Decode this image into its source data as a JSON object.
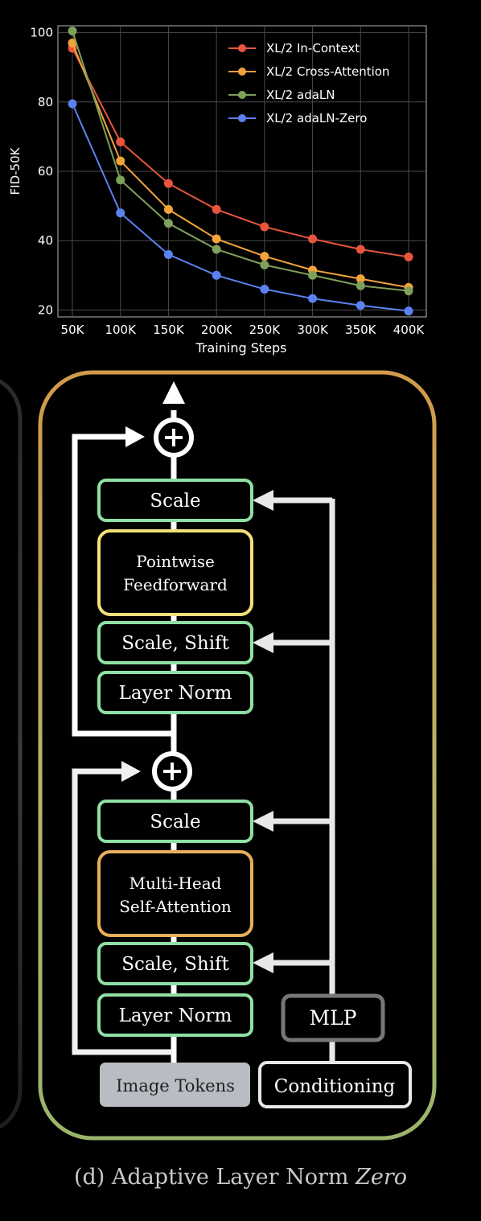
{
  "chart_data": {
    "type": "line",
    "title": "",
    "xlabel": "Training Steps",
    "ylabel": "FID-50K",
    "categories": [
      "50K",
      "100K",
      "150K",
      "200K",
      "250K",
      "300K",
      "350K",
      "400K"
    ],
    "ylim": [
      18,
      102
    ],
    "yticks": [
      20,
      40,
      60,
      80,
      100
    ],
    "grid": true,
    "legend_position": "top-right",
    "series": [
      {
        "name": "XL/2 In-Context",
        "color": "#e8553f",
        "values": [
          95.5,
          68.5,
          56.5,
          49,
          44,
          40.5,
          37.5,
          35.3
        ]
      },
      {
        "name": "XL/2 Cross-Attention",
        "color": "#f2a33a",
        "values": [
          97,
          63,
          49,
          40.5,
          35.5,
          31.5,
          29,
          26.5
        ]
      },
      {
        "name": "XL/2 adaLN",
        "color": "#7fa05a",
        "values": [
          100.5,
          57.5,
          45,
          37.5,
          33,
          30,
          27,
          25.5
        ]
      },
      {
        "name": "XL/2 adaLN-Zero",
        "color": "#5b82f0",
        "values": [
          79.5,
          48,
          36,
          30,
          26,
          23.3,
          21.3,
          19.7
        ]
      }
    ]
  },
  "diagram": {
    "blocks": {
      "scale_top": "Scale",
      "ffn_line1": "Pointwise",
      "ffn_line2": "Feedforward",
      "scale_shift_top": "Scale, Shift",
      "layer_norm_top": "Layer Norm",
      "scale_bottom": "Scale",
      "attn_line1": "Multi-Head",
      "attn_line2": "Self-Attention",
      "scale_shift_bottom": "Scale, Shift",
      "layer_norm_bottom": "Layer Norm",
      "mlp": "MLP",
      "image_tokens": "Image Tokens",
      "conditioning": "Conditioning"
    },
    "colors": {
      "green_border": "#8fe0a5",
      "yellow_border": "#f3e07a",
      "orange_border": "#e6b05a",
      "mlp_border": "#777777",
      "frame_top": "#d19a4c",
      "frame_bottom": "#9ab46c",
      "image_tokens_fill": "#b9bcc3"
    }
  },
  "caption": {
    "prefix": "(d) Adaptive Layer Norm ",
    "emph": "Zero"
  }
}
